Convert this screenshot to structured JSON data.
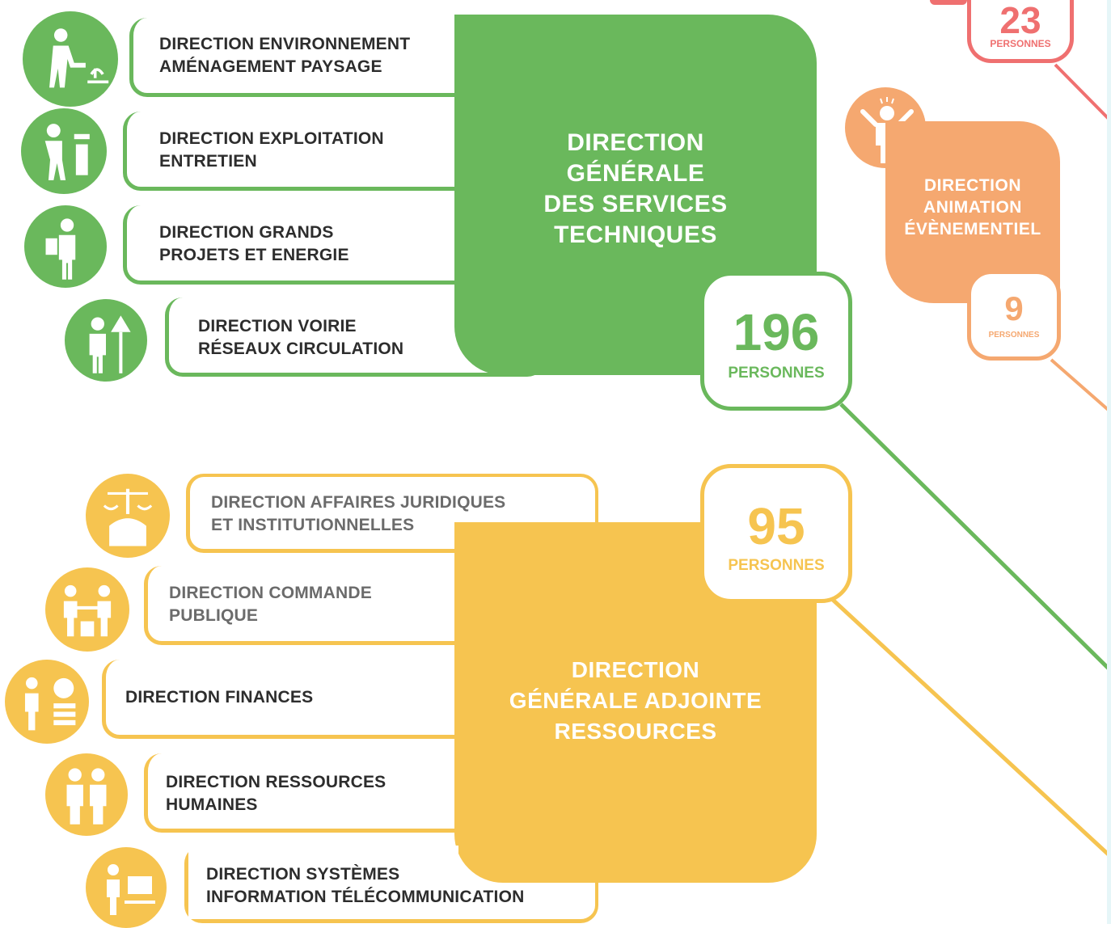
{
  "colors": {
    "green": "#6ab85c",
    "yellow": "#f6c450",
    "orange": "#f5a870",
    "red": "#ef7070",
    "text": "#2d2d2d"
  },
  "techniques": {
    "title": "DIRECTION\nGÉNÉRALE\nDES SERVICES\nTECHNIQUES",
    "count": "196",
    "count_label": "PERSONNES",
    "directions": [
      {
        "label": "DIRECTION ENVIRONNEMENT\nAMÉNAGEMENT PAYSAGE",
        "icon": "gardener-icon"
      },
      {
        "label": "DIRECTION EXPLOITATION\nENTRETIEN",
        "icon": "maintenance-worker-icon"
      },
      {
        "label": "DIRECTION GRANDS\nPROJETS ET ENERGIE",
        "icon": "engineer-clipboard-icon"
      },
      {
        "label": "DIRECTION VOIRIE\nRÉSEAUX CIRCULATION",
        "icon": "road-sign-worker-icon"
      }
    ]
  },
  "ressources": {
    "title": "DIRECTION\nGÉNÉRALE ADJOINTE\nRESSOURCES",
    "count": "95",
    "count_label": "PERSONNES",
    "directions": [
      {
        "label": "DIRECTION AFFAIRES JURIDIQUES\nET INSTITUTIONNELLES",
        "icon": "scales-justice-icon"
      },
      {
        "label": "DIRECTION COMMANDE\nPUBLIQUE",
        "icon": "handshake-icon"
      },
      {
        "label": "DIRECTION FINANCES",
        "icon": "money-stack-icon"
      },
      {
        "label": "DIRECTION RESSOURCES\nHUMAINES",
        "icon": "people-icon"
      },
      {
        "label": "DIRECTION SYSTÈMES\nINFORMATION TÉLÉCOMMUNICATION",
        "icon": "computer-user-icon"
      }
    ]
  },
  "animation": {
    "title": "DIRECTION\nANIMATION\nÉVÈNEMENTIEL",
    "count": "9",
    "count_label": "PERSONNES",
    "icon": "performer-icon"
  },
  "top_right": {
    "count": "23",
    "count_label": "PERSONNES"
  }
}
